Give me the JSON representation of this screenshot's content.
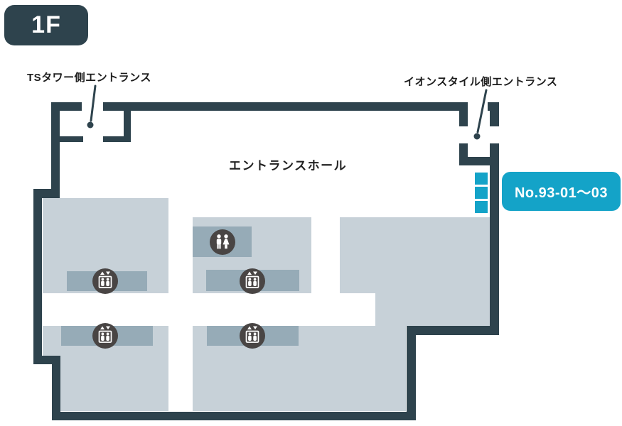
{
  "floor_badge": {
    "label": "1F"
  },
  "labels": {
    "entrance_ts": "TSタワー側エントランス",
    "entrance_aeon": "イオンスタイル側エントランス",
    "entrance_hall": "エントランスホール"
  },
  "location_badge": {
    "label": "No.93-01〜03"
  },
  "units": [
    {
      "id": "93-01"
    },
    {
      "id": "93-02"
    },
    {
      "id": "93-03"
    }
  ],
  "facilities": {
    "restroom": {
      "icon": "restroom-icon",
      "count": 1
    },
    "elevator": {
      "icon": "elevator-icon",
      "count": 4
    }
  },
  "colors": {
    "wall": "#2E434D",
    "floor": "#C7D1D8",
    "band": "#96ABB7",
    "iconbg": "#494544",
    "accent": "#14A3C8",
    "text": "#1D1D1D"
  }
}
